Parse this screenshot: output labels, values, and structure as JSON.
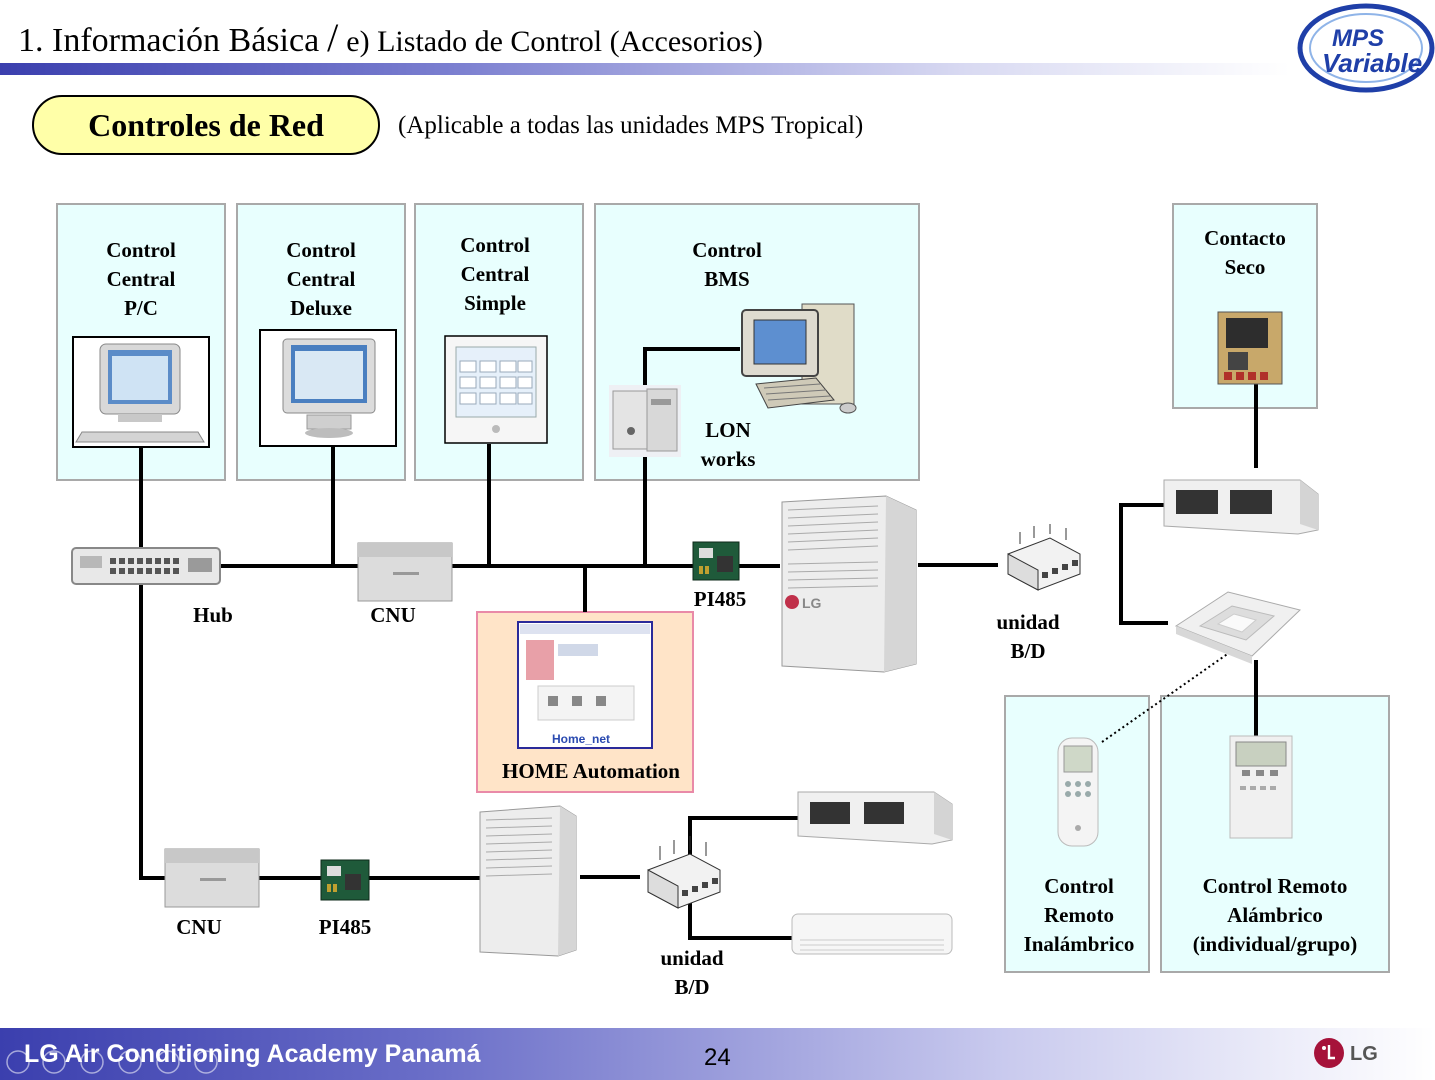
{
  "header": {
    "title_main": "1. Información Básica",
    "title_slash": "/",
    "title_sub": "e) Listado de Control (Accesorios)",
    "logo_line1": "MPS",
    "logo_line2": "Variable"
  },
  "section": {
    "pill_label": "Controles de Red",
    "applicability": "(Aplicable a todas las unidades MPS Tropical)"
  },
  "devices": {
    "cc_pc": [
      "Control",
      "Central",
      "P/C"
    ],
    "cc_deluxe": [
      "Control",
      "Central",
      "Deluxe"
    ],
    "cc_simple": [
      "Control",
      "Central",
      "Simple"
    ],
    "bms": [
      "Control",
      "BMS"
    ],
    "lon": [
      "LON",
      "works"
    ],
    "dry_contact": [
      "Contacto",
      "Seco"
    ],
    "hub": "Hub",
    "cnu_top": "CNU",
    "pi485_top": "PI485",
    "bd_top": [
      "unidad",
      "B/D"
    ],
    "home_automation": "HOME Automation",
    "home_net": "Home_net",
    "cnu_bottom": "CNU",
    "pi485_bottom": "PI485",
    "bd_bottom": [
      "unidad",
      "B/D"
    ],
    "wireless_remote": [
      "Control",
      "Remoto",
      "Inalámbrico"
    ],
    "wired_remote": [
      "Control Remoto",
      "Alámbrico",
      "(individual/grupo)"
    ],
    "odu_brand": "LG"
  },
  "footer": {
    "academy": "LG Air Conditioning Academy Panamá",
    "page": "24",
    "brand": "LG"
  },
  "colors": {
    "box_fill": "#e8fffe",
    "pill_fill": "#ffffa8",
    "home_fill": "#ffe4c8",
    "bar_blue": "#3b3fae"
  }
}
